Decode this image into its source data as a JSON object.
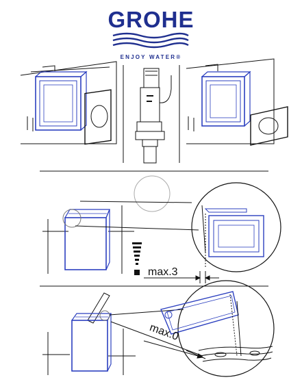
{
  "brand": {
    "name": "GROHE",
    "tagline": "ENJOY WATER®",
    "color": "#1f2f8f"
  },
  "colors": {
    "accent_blue": "#2b3fbf",
    "line": "#111111"
  },
  "labels": {
    "max3": "max.3",
    "max0": "max.0"
  }
}
